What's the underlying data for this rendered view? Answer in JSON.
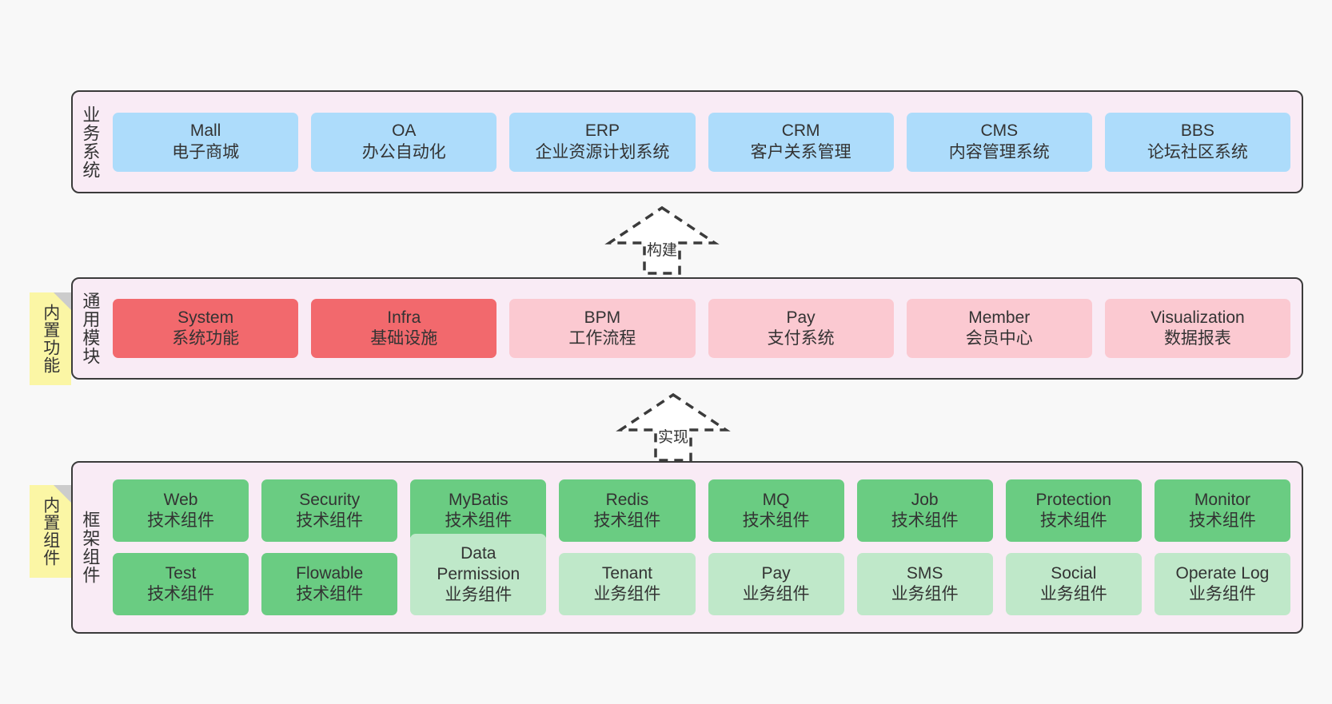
{
  "canvas": {
    "background": "#f8f8f8",
    "panel_fill": "#f9ebf5",
    "panel_border": "#3b3b3b",
    "note_fill": "#fbf6a5",
    "note_fold": "#cccccc",
    "colors": {
      "blue": "#addcfb",
      "red": "#f2696d",
      "pink": "#fbc9d1",
      "green": "#6acc82",
      "light_green": "#bfe8c9"
    }
  },
  "notes": {
    "features": "内置功能",
    "components": "内置组件"
  },
  "arrows": [
    {
      "name": "build",
      "label": "构建"
    },
    {
      "name": "implement",
      "label": "实现"
    }
  ],
  "business": {
    "label": "业务系统",
    "items": [
      {
        "title": "Mall",
        "subtitle": "电子商城"
      },
      {
        "title": "OA",
        "subtitle": "办公自动化"
      },
      {
        "title": "ERP",
        "subtitle": "企业资源计划系统"
      },
      {
        "title": "CRM",
        "subtitle": "客户关系管理"
      },
      {
        "title": "CMS",
        "subtitle": "内容管理系统"
      },
      {
        "title": "BBS",
        "subtitle": "论坛社区系统"
      }
    ]
  },
  "modules": {
    "label": "通用模块",
    "items": [
      {
        "title": "System",
        "subtitle": "系统功能",
        "color": "red"
      },
      {
        "title": "Infra",
        "subtitle": "基础设施",
        "color": "red"
      },
      {
        "title": "BPM",
        "subtitle": "工作流程",
        "color": "pink"
      },
      {
        "title": "Pay",
        "subtitle": "支付系统",
        "color": "pink"
      },
      {
        "title": "Member",
        "subtitle": "会员中心",
        "color": "pink"
      },
      {
        "title": "Visualization",
        "subtitle": "数据报表",
        "color": "pink"
      }
    ]
  },
  "framework": {
    "label": "框架组件",
    "row1": [
      {
        "title": "Web",
        "subtitle": "技术组件",
        "color": "green"
      },
      {
        "title": "Security",
        "subtitle": "技术组件",
        "color": "green"
      },
      {
        "title": "MyBatis",
        "subtitle": "技术组件",
        "color": "green"
      },
      {
        "title": "Redis",
        "subtitle": "技术组件",
        "color": "green"
      },
      {
        "title": "MQ",
        "subtitle": "技术组件",
        "color": "green"
      },
      {
        "title": "Job",
        "subtitle": "技术组件",
        "color": "green"
      },
      {
        "title": "Protection",
        "subtitle": "技术组件",
        "color": "green"
      },
      {
        "title": "Monitor",
        "subtitle": "技术组件",
        "color": "green"
      }
    ],
    "row2": [
      {
        "title": "Test",
        "subtitle": "技术组件",
        "color": "green"
      },
      {
        "title": "Flowable",
        "subtitle": "技术组件",
        "color": "green"
      },
      {
        "title": "Data",
        "title2": "Permission",
        "subtitle": "业务组件",
        "color": "light_green"
      },
      {
        "title": "Tenant",
        "subtitle": "业务组件",
        "color": "light_green"
      },
      {
        "title": "Pay",
        "subtitle": "业务组件",
        "color": "light_green"
      },
      {
        "title": "SMS",
        "subtitle": "业务组件",
        "color": "light_green"
      },
      {
        "title": "Social",
        "subtitle": "业务组件",
        "color": "light_green"
      },
      {
        "title": "Operate Log",
        "subtitle": "业务组件",
        "color": "light_green"
      }
    ]
  }
}
